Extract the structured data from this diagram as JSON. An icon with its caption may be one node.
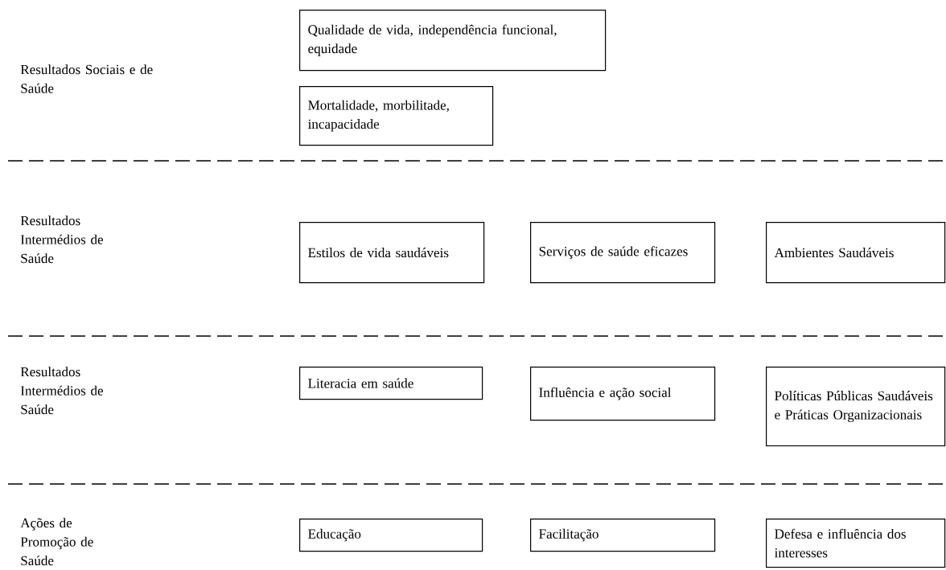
{
  "diagram": {
    "nodes": [
      {
        "text": [
          "Qualidade de vida, independência funcional, equidade"
        ]
      },
      {
        "text": [
          "Mortalidade, morbilitade, incapacidade"
        ]
      },
      {
        "text": [
          "Estilos de vida saudáveis"
        ]
      },
      {
        "text": [
          "Serviços de saúde eficazes"
        ]
      },
      {
        "text": [
          "Ambientes Saudáveis"
        ]
      },
      {
        "text": [
          "Literacia em saúde"
        ]
      },
      {
        "text": [
          "Influência e ação social"
        ]
      },
      {
        "text": [
          "Políticas Públicas Saudáveis e Práticas Organizacionais"
        ]
      },
      {
        "text": [
          "Educação"
        ]
      },
      {
        "text": [
          "Facilitação"
        ]
      },
      {
        "text": [
          "Defesa e influência dos interesses"
        ]
      }
    ],
    "labels": [
      "Resultados Sociais e de Saúde",
      "Resultados Intermédios de Saúde",
      "Resultados Intermédios de Saúde",
      "Ações de Promoção de Saúde"
    ]
  }
}
